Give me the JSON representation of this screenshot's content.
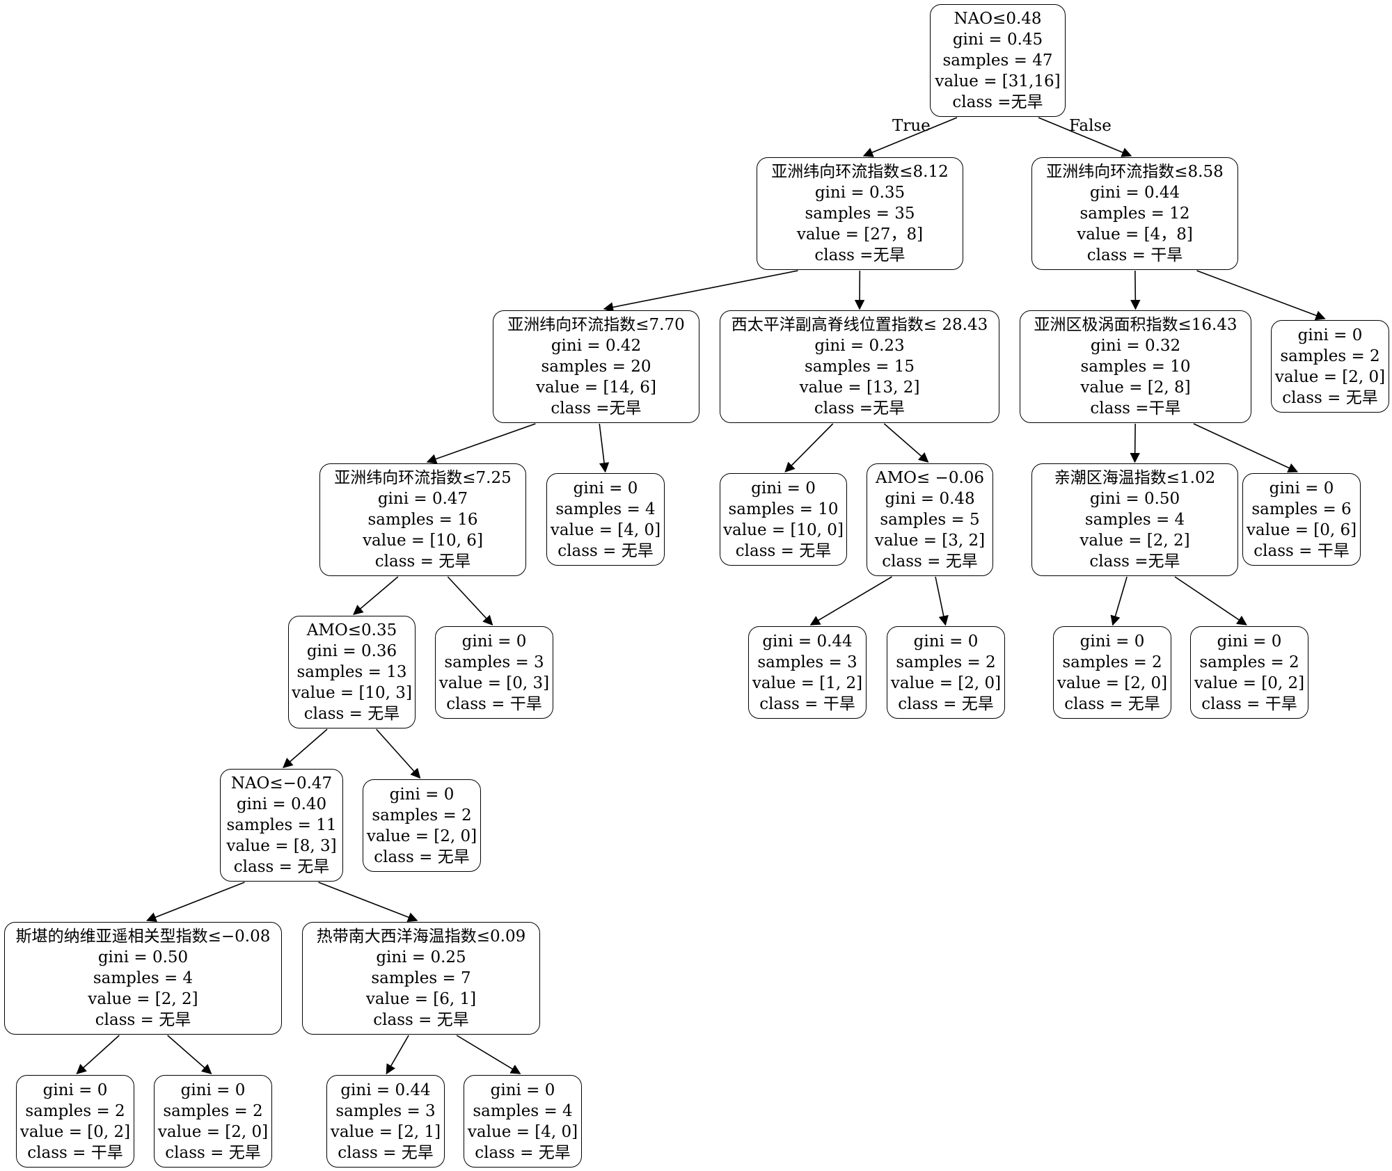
{
  "edge_labels": {
    "true": "True",
    "false": "False"
  },
  "nodes": [
    {
      "id": "n0",
      "lines": [
        "NAO≤0.48",
        "gini = 0.45",
        "samples = 47",
        "value = [31,16]",
        "class =无旱"
      ]
    },
    {
      "id": "n1",
      "lines": [
        "亚洲纬向环流指数≤8.12",
        "gini = 0.35",
        "samples = 35",
        "value = [27，8]",
        "class =无旱"
      ]
    },
    {
      "id": "n2",
      "lines": [
        "亚洲纬向环流指数≤8.58",
        "gini = 0.44",
        "samples = 12",
        "value = [4，8]",
        "class = 干旱"
      ]
    },
    {
      "id": "n3",
      "lines": [
        "亚洲纬向环流指数≤7.70",
        "gini = 0.42",
        "samples = 20",
        "value = [14, 6]",
        "class =无旱"
      ]
    },
    {
      "id": "n4",
      "lines": [
        "西太平洋副高脊线位置指数≤ 28.43",
        "gini = 0.23",
        "samples = 15",
        "value = [13, 2]",
        "class =无旱"
      ]
    },
    {
      "id": "n5",
      "lines": [
        "亚洲区极涡面积指数≤16.43",
        "gini = 0.32",
        "samples = 10",
        "value = [2, 8]",
        "class =干旱"
      ]
    },
    {
      "id": "n6",
      "lines": [
        "gini = 0",
        "samples = 2",
        "value = [2, 0]",
        "class = 无旱"
      ]
    },
    {
      "id": "n7",
      "lines": [
        "亚洲纬向环流指数≤7.25",
        "gini = 0.47",
        "samples = 16",
        "value = [10, 6]",
        "class = 无旱"
      ]
    },
    {
      "id": "n8",
      "lines": [
        "gini = 0",
        "samples = 4",
        "value = [4, 0]",
        "class = 无旱"
      ]
    },
    {
      "id": "n9",
      "lines": [
        "gini = 0",
        "samples = 10",
        "value = [10, 0]",
        "class = 无旱"
      ]
    },
    {
      "id": "n10",
      "lines": [
        "AMO≤ −0.06",
        "gini = 0.48",
        "samples = 5",
        "value = [3, 2]",
        "class = 无旱"
      ]
    },
    {
      "id": "n11",
      "lines": [
        "亲潮区海温指数≤1.02",
        "gini = 0.50",
        "samples = 4",
        "value = [2, 2]",
        "class =无旱"
      ]
    },
    {
      "id": "n12",
      "lines": [
        "gini = 0",
        "samples = 6",
        "value = [0, 6]",
        "class = 干旱"
      ]
    },
    {
      "id": "n13",
      "lines": [
        "AMO≤0.35",
        "gini = 0.36",
        "samples = 13",
        "value = [10, 3]",
        "class = 无旱"
      ]
    },
    {
      "id": "n14",
      "lines": [
        "gini = 0",
        "samples = 3",
        "value = [0, 3]",
        "class = 干旱"
      ]
    },
    {
      "id": "n15",
      "lines": [
        "gini = 0.44",
        "samples = 3",
        "value = [1, 2]",
        "class = 干旱"
      ]
    },
    {
      "id": "n16",
      "lines": [
        "gini = 0",
        "samples = 2",
        "value = [2, 0]",
        "class = 无旱"
      ]
    },
    {
      "id": "n17",
      "lines": [
        "gini = 0",
        "samples = 2",
        "value = [2, 0]",
        "class = 无旱"
      ]
    },
    {
      "id": "n18",
      "lines": [
        "gini = 0",
        "samples = 2",
        "value = [0, 2]",
        "class = 干旱"
      ]
    },
    {
      "id": "n19",
      "lines": [
        "NAO≤−0.47",
        "gini = 0.40",
        "samples = 11",
        "value = [8, 3]",
        "class = 无旱"
      ]
    },
    {
      "id": "n20",
      "lines": [
        "gini = 0",
        "samples = 2",
        "value = [2, 0]",
        "class = 无旱"
      ]
    },
    {
      "id": "n21",
      "lines": [
        "斯堪的纳维亚遥相关型指数≤−0.08",
        "gini = 0.50",
        "samples = 4",
        "value = [2, 2]",
        "class = 无旱"
      ]
    },
    {
      "id": "n22",
      "lines": [
        "热带南大西洋海温指数≤0.09",
        "gini = 0.25",
        "samples = 7",
        "value = [6, 1]",
        "class = 无旱"
      ]
    },
    {
      "id": "n23",
      "lines": [
        "gini = 0",
        "samples = 2",
        "value = [0, 2]",
        "class = 干旱"
      ]
    },
    {
      "id": "n24",
      "lines": [
        "gini = 0",
        "samples = 2",
        "value = [2, 0]",
        "class = 无旱"
      ]
    },
    {
      "id": "n25",
      "lines": [
        "gini = 0.44",
        "samples = 3",
        "value = [2, 1]",
        "class = 无旱"
      ]
    },
    {
      "id": "n26",
      "lines": [
        "gini = 0",
        "samples = 4",
        "value = [4, 0]",
        "class = 无旱"
      ]
    }
  ],
  "edges": [
    [
      "n0",
      "n1"
    ],
    [
      "n0",
      "n2"
    ],
    [
      "n1",
      "n3"
    ],
    [
      "n1",
      "n4"
    ],
    [
      "n2",
      "n5"
    ],
    [
      "n2",
      "n6"
    ],
    [
      "n3",
      "n7"
    ],
    [
      "n3",
      "n8"
    ],
    [
      "n4",
      "n9"
    ],
    [
      "n4",
      "n10"
    ],
    [
      "n5",
      "n11"
    ],
    [
      "n5",
      "n12"
    ],
    [
      "n7",
      "n13"
    ],
    [
      "n7",
      "n14"
    ],
    [
      "n10",
      "n15"
    ],
    [
      "n10",
      "n16"
    ],
    [
      "n11",
      "n17"
    ],
    [
      "n11",
      "n18"
    ],
    [
      "n13",
      "n19"
    ],
    [
      "n13",
      "n20"
    ],
    [
      "n19",
      "n21"
    ],
    [
      "n19",
      "n22"
    ],
    [
      "n21",
      "n23"
    ],
    [
      "n21",
      "n24"
    ],
    [
      "n22",
      "n25"
    ],
    [
      "n22",
      "n26"
    ]
  ]
}
